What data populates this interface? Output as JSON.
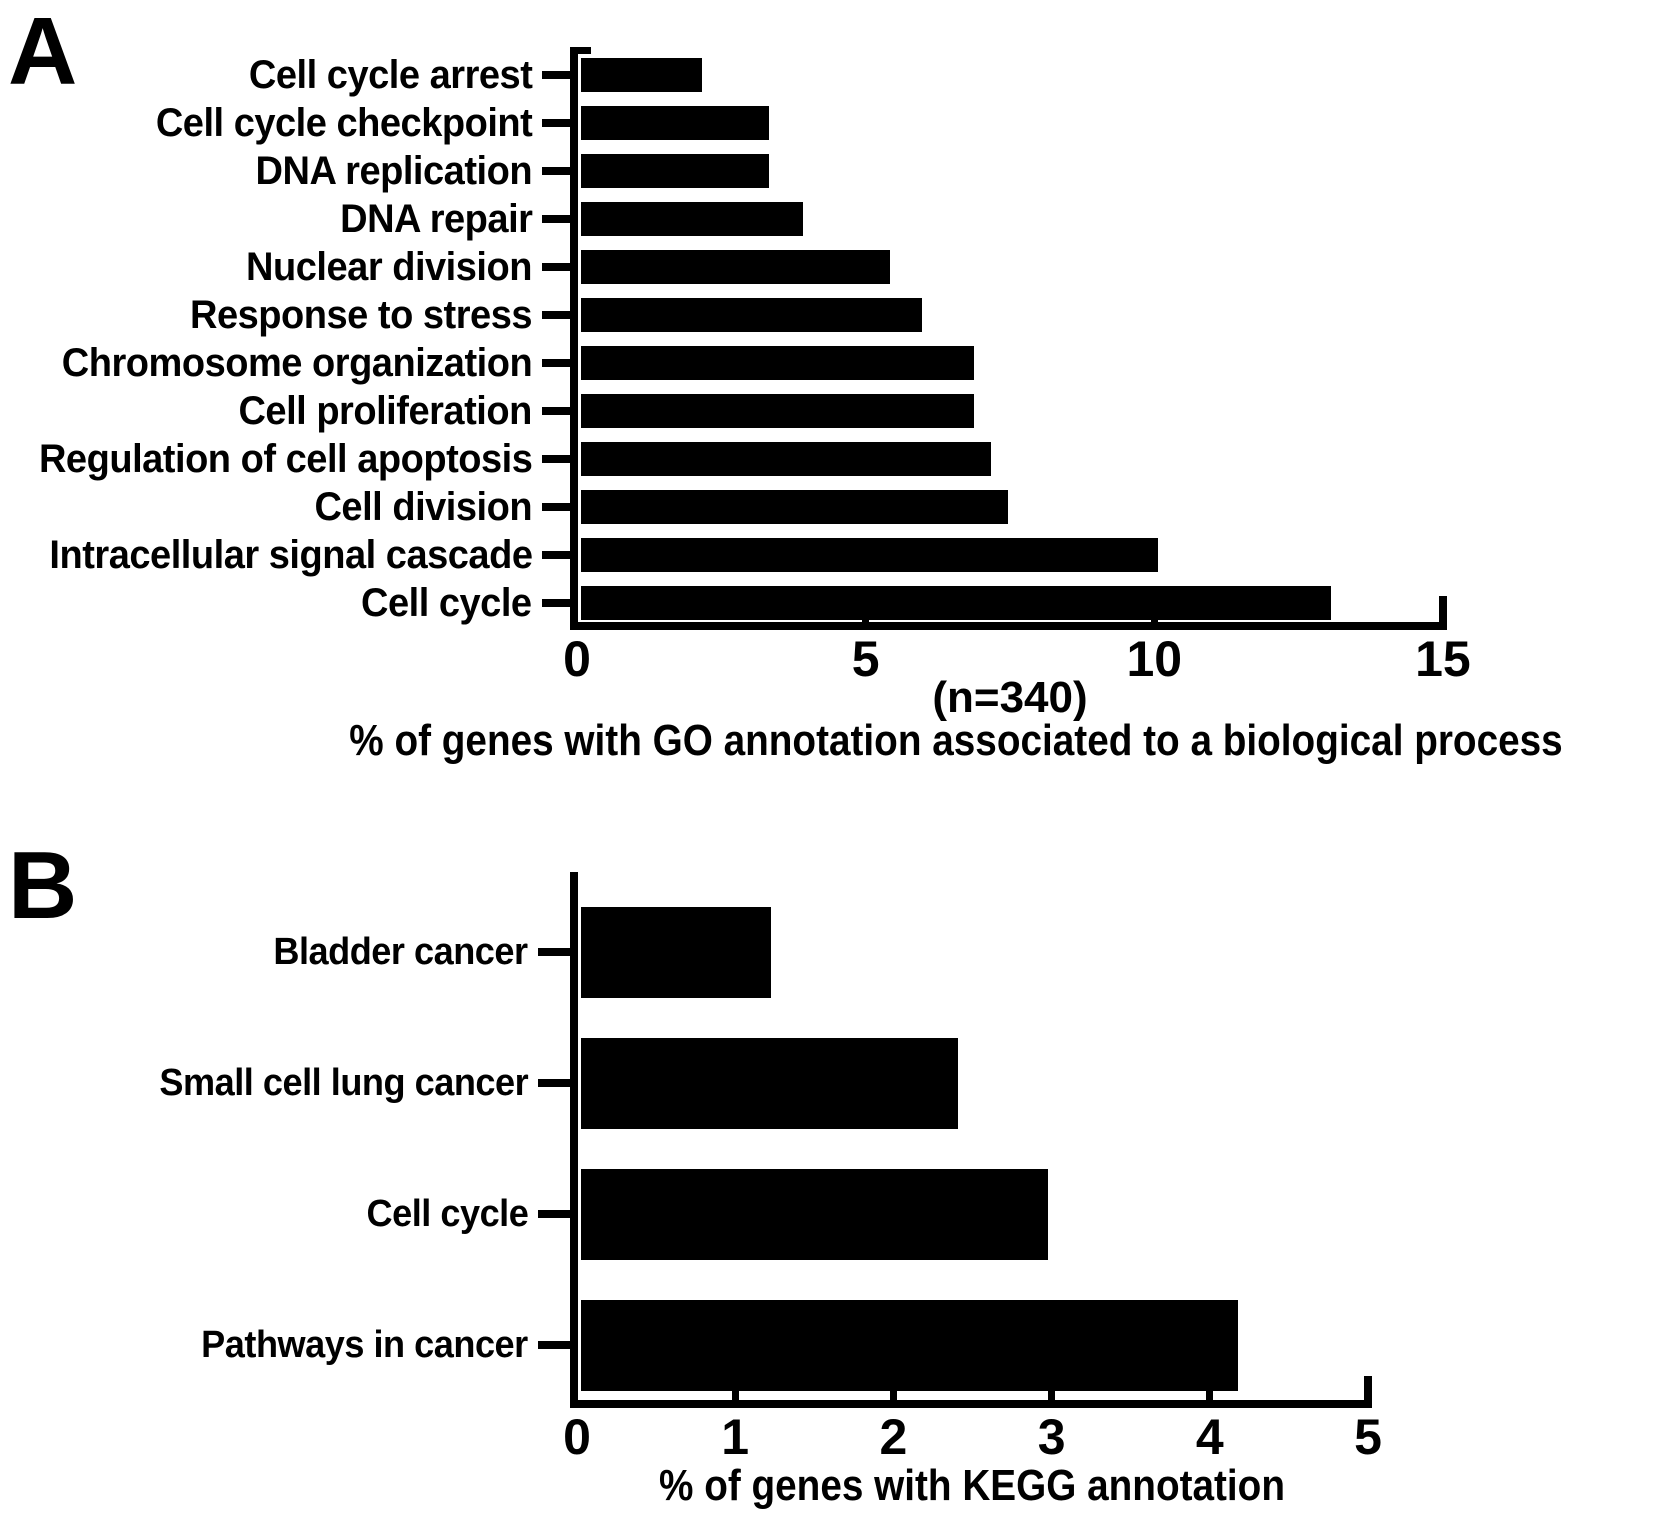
{
  "figure": {
    "background_color": "#ffffff",
    "bar_color": "#000000",
    "text_color": "#000000",
    "panels": [
      {
        "label": "A"
      },
      {
        "label": "B"
      }
    ]
  },
  "chart_data": [
    {
      "type": "bar",
      "orientation": "horizontal",
      "title": "",
      "categories": [
        "Cell cycle arrest",
        "Cell cycle checkpoint",
        "DNA replication",
        "DNA repair",
        "Nuclear division",
        "Response to stress",
        "Chromosome organization",
        "Cell proliferation",
        "Regulation of cell apoptosis",
        "Cell division",
        "Intracellular signal cascade",
        "Cell cycle"
      ],
      "values": [
        2.1,
        3.25,
        3.25,
        3.85,
        5.35,
        5.9,
        6.8,
        6.8,
        7.1,
        7.4,
        10.0,
        13.0
      ],
      "annotation": "(n=340)",
      "xlabel": "% of genes with GO annotation associated to a biological process",
      "ylabel": "",
      "xlim": [
        0,
        15
      ],
      "xticks": [
        0,
        5,
        10,
        15
      ],
      "grid": false,
      "legend": "none",
      "bar_color": "#000000"
    },
    {
      "type": "bar",
      "orientation": "horizontal",
      "title": "",
      "categories": [
        "Bladder cancer",
        "Small cell lung cancer",
        "Cell cycle",
        "Pathways in cancer"
      ],
      "values": [
        1.2,
        2.38,
        2.95,
        4.15
      ],
      "annotation": "",
      "xlabel": "% of genes with KEGG annotation",
      "ylabel": "",
      "xlim": [
        0,
        5
      ],
      "xticks": [
        0,
        1,
        2,
        3,
        4,
        5
      ],
      "grid": false,
      "legend": "none",
      "bar_color": "#000000"
    }
  ]
}
